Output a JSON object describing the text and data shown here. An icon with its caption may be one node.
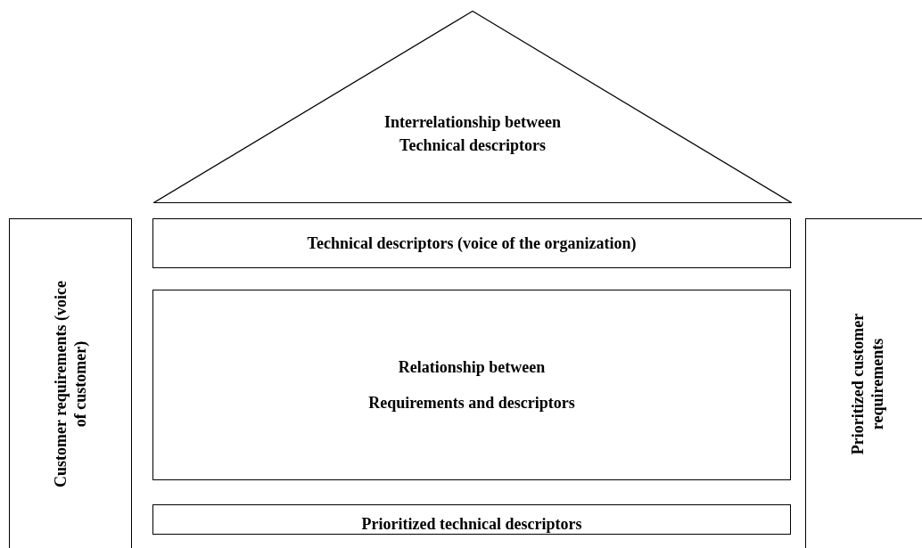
{
  "diagram": {
    "nodes": [
      {
        "text": [
          "Interrelationship between Technical descriptors"
        ]
      },
      {
        "text": [
          "Customer requirements (voice of customer)"
        ]
      },
      {
        "text": [
          "Technical descriptors (voice of the organization)"
        ]
      },
      {
        "text": [
          "Relationship between",
          "Requirements and descriptors"
        ]
      },
      {
        "text": [
          "Prioritized customer requirements"
        ]
      },
      {
        "text": [
          "Prioritized technical descriptors"
        ]
      }
    ]
  }
}
